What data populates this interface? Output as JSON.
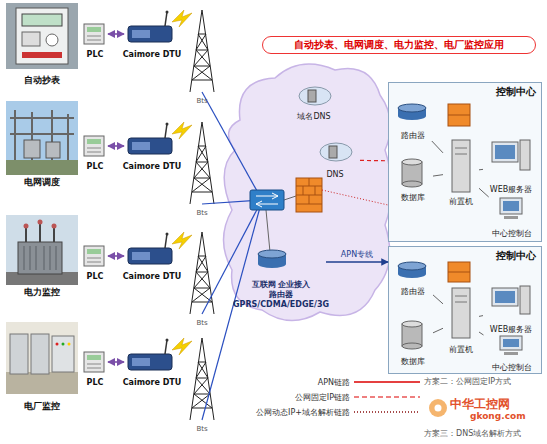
{
  "diagram": {
    "title": "自动抄表、电网调度、电力监控、电厂监控应用",
    "nodes": [
      {
        "text": [
          "自动抄表"
        ]
      },
      {
        "text": [
          "PLC"
        ]
      },
      {
        "text": [
          "Caimore DTU"
        ]
      },
      {
        "text": [
          "Bts"
        ]
      },
      {
        "text": [
          "电网调度"
        ]
      },
      {
        "text": [
          "PLC"
        ]
      },
      {
        "text": [
          "Caimore DTU"
        ]
      },
      {
        "text": [
          "Bts"
        ]
      },
      {
        "text": [
          "电力监控"
        ]
      },
      {
        "text": [
          "PLC"
        ]
      },
      {
        "text": [
          "Caimore DTU"
        ]
      },
      {
        "text": [
          "Bts"
        ]
      },
      {
        "text": [
          "电厂监控"
        ]
      },
      {
        "text": [
          "PLC"
        ]
      },
      {
        "text": [
          "Caimore DTU"
        ]
      },
      {
        "text": [
          "Bts"
        ]
      },
      {
        "text": [
          "域名DNS"
        ]
      },
      {
        "text": [
          "DNS"
        ]
      },
      {
        "text": [
          "互联网 企业接入路由器",
          "GPRS/CDMA/EDGE/3G"
        ]
      },
      {
        "text": [
          "控制中心"
        ]
      },
      {
        "text": [
          "路由器"
        ],
        "in": 19
      },
      {
        "text": [
          "前置机"
        ],
        "in": 19
      },
      {
        "text": [
          "WEB服务器"
        ],
        "in": 19
      },
      {
        "text": [
          "数据库"
        ],
        "in": 19
      },
      {
        "text": [
          "中心控制台"
        ],
        "in": 19
      },
      {
        "text": [
          "控制中心"
        ]
      },
      {
        "text": [
          "路由器"
        ],
        "in": 25
      },
      {
        "text": [
          "前置机"
        ],
        "in": 25
      },
      {
        "text": [
          "WEB服务器"
        ],
        "in": 25
      },
      {
        "text": [
          "数据库"
        ],
        "in": 25
      },
      {
        "text": [
          "中心控制台"
        ],
        "in": 25
      }
    ],
    "edges": [
      {
        "from": 1,
        "to": 2,
        "arrow": "both"
      },
      {
        "from": 5,
        "to": 6,
        "arrow": "both"
      },
      {
        "from": 9,
        "to": 10,
        "arrow": "both"
      },
      {
        "from": 13,
        "to": 14,
        "arrow": "both"
      },
      {
        "from": 18,
        "to": 25,
        "label": "APN专线",
        "arrow": "to"
      },
      {
        "from": 17,
        "to": 19,
        "arrow": "none"
      },
      {
        "from": 20,
        "to": 21,
        "arrow": "none"
      },
      {
        "from": 21,
        "to": 22,
        "arrow": "none"
      },
      {
        "from": 21,
        "to": 23,
        "arrow": "none"
      },
      {
        "from": 21,
        "to": 24,
        "arrow": "none"
      },
      {
        "from": 26,
        "to": 27,
        "arrow": "none"
      },
      {
        "from": 27,
        "to": 28,
        "arrow": "none"
      },
      {
        "from": 27,
        "to": 29,
        "arrow": "none"
      },
      {
        "from": 27,
        "to": 30,
        "arrow": "none"
      }
    ],
    "labels": [
      "方案二：公网固定IP方式",
      "中华工控网",
      "gkong.com",
      "方案三：DNS域名解析方式"
    ],
    "legend": [
      {
        "text": "APN链路"
      },
      {
        "text": "公网固定IP链路"
      },
      {
        "text": "公网动态IP+域名解析链路"
      }
    ]
  }
}
